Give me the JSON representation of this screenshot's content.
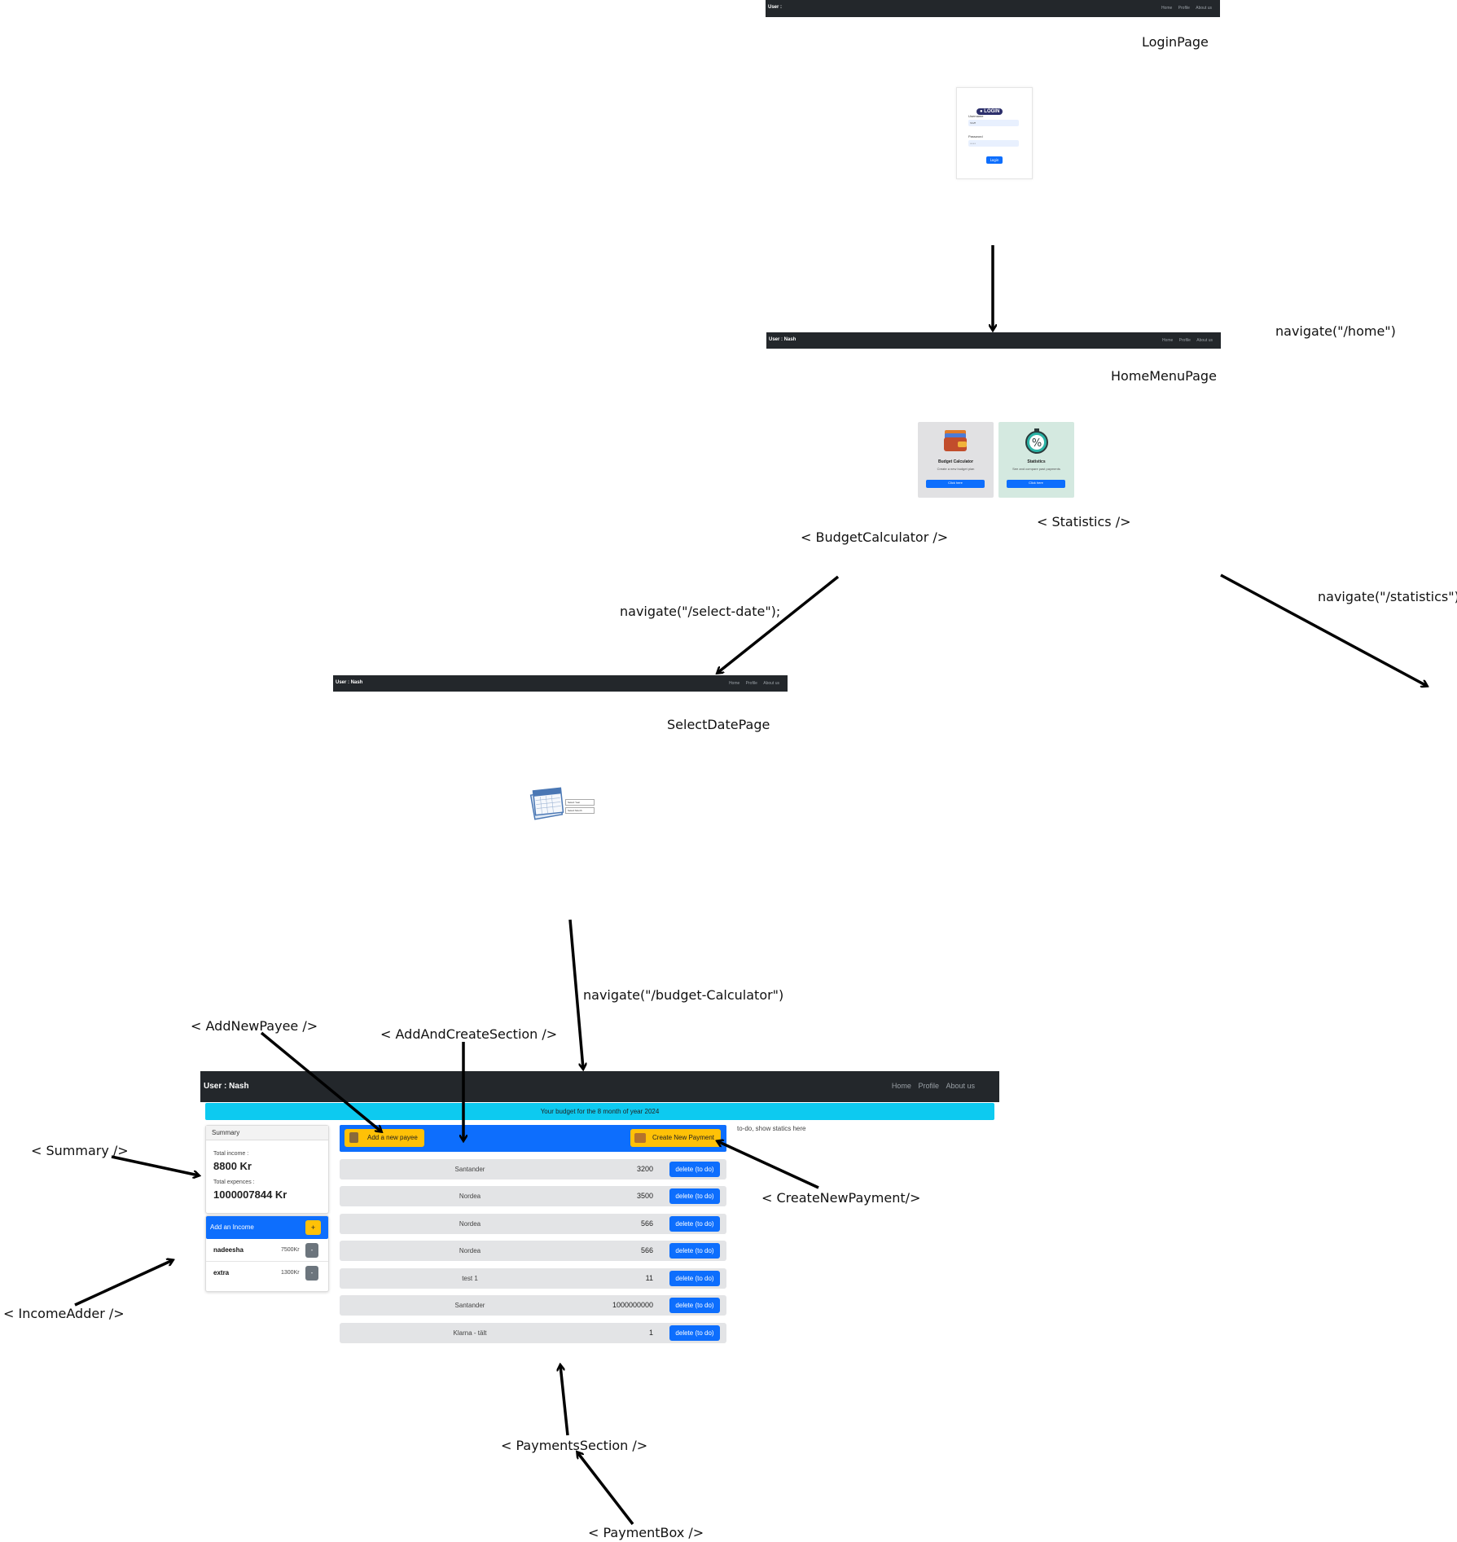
{
  "login_page": {
    "label": "LoginPage",
    "navbar": {
      "user": "User :",
      "links": [
        "Home",
        "Profile",
        "About us"
      ]
    },
    "form": {
      "badge": "LOGIN",
      "username_label": "Username",
      "username_value": "Staff",
      "password_label": "Password",
      "password_value": "••••",
      "button": "Login"
    }
  },
  "home_menu_page": {
    "label": "HomeMenuPage",
    "nav_label": "navigate(\"/home\")",
    "navbar": {
      "user": "User : Nash",
      "links": [
        "Home",
        "Profile",
        "About us"
      ]
    },
    "cards": [
      {
        "title": "Budget Calculator",
        "desc": "Create a new budget plan",
        "button": "Click here",
        "component": "< BudgetCalculator  />",
        "bg": "#e1e1e3"
      },
      {
        "title": "Statistics",
        "desc": "See and compare past payments",
        "button": "Click here",
        "component": "< Statistics  />",
        "bg": "#d4e9e0"
      }
    ],
    "nav_select_date": "navigate(\"/select-date\");",
    "nav_statistics": "navigate(\"/statistics\");"
  },
  "select_date_page": {
    "label": "SelectDatePage",
    "navbar": {
      "user": "User : Nash",
      "links": [
        "Home",
        "Profile",
        "About us"
      ]
    },
    "selects": [
      "Select Year",
      "Select Month"
    ],
    "nav_budget": "navigate(\"/budget-Calculator\")"
  },
  "budget_page": {
    "navbar": {
      "user": "User : Nash",
      "links": [
        "Home",
        "Profile",
        "About us"
      ]
    },
    "banner": "Your budget for the 8 month of year 2024",
    "todo": "to-do, show statics here",
    "summary": {
      "header": "Summary",
      "income_label": "Total income :",
      "income_value": "8800 Kr",
      "expense_label": "Total expences :",
      "expense_value": "1000007844 Kr"
    },
    "income_adder": {
      "header": "Add an Income",
      "add_button": "+",
      "items": [
        {
          "name": "nadeesha",
          "amount": "7500Kr",
          "button": "-"
        },
        {
          "name": "extra",
          "amount": "1300Kr",
          "button": "-"
        }
      ]
    },
    "add_payee_button": "Add a new payee",
    "create_payment_button": "Create New Payment",
    "payments": [
      {
        "name": "Santander",
        "amount": "3200",
        "button": "delete (to do)"
      },
      {
        "name": "Nordea",
        "amount": "3500",
        "button": "delete (to do)"
      },
      {
        "name": "Nordea",
        "amount": "566",
        "button": "delete (to do)"
      },
      {
        "name": "Nordea",
        "amount": "566",
        "button": "delete (to do)"
      },
      {
        "name": "test 1",
        "amount": "11",
        "button": "delete (to do)"
      },
      {
        "name": "Santander",
        "amount": "1000000000",
        "button": "delete (to do)"
      },
      {
        "name": "Klarna - tält",
        "amount": "1",
        "button": "delete (to do)"
      }
    ]
  },
  "annotations": {
    "add_new_payee": "<  AddNewPayee  />",
    "add_and_create": "< AddAndCreateSection />",
    "summary": "< Summary  />",
    "create_new_payment": "< CreateNewPayment/>",
    "income_adder": "< IncomeAdder />",
    "payments_section": "< PaymentsSection  />",
    "payment_box": "< PaymentBox />"
  }
}
